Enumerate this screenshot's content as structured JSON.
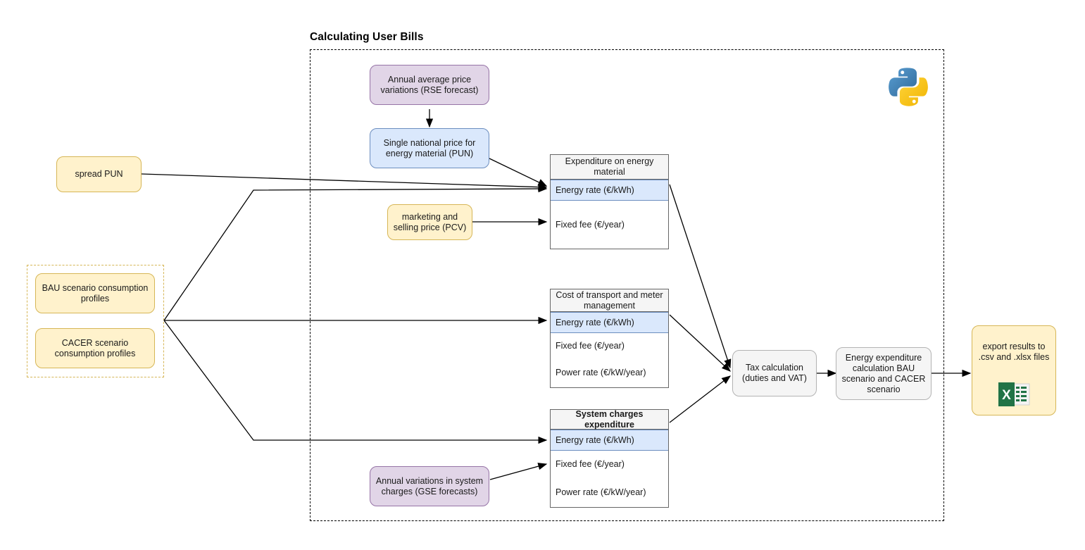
{
  "diagram": {
    "title": "Calculating User Bills",
    "colors": {
      "yellow_fill": "#fff2cc",
      "yellow_stroke": "#d6b656",
      "purple_fill": "#e1d5e7",
      "purple_stroke": "#9673a6",
      "blue_fill": "#dae8fc",
      "blue_stroke": "#6c8ebf",
      "gray_fill": "#f5f5f5",
      "gray_stroke": "#b3b3b3",
      "excel_green": "#217346",
      "python_blue": "#3c78a9",
      "python_yellow": "#f5cc3f"
    }
  },
  "nodes": {
    "rse_forecast": "Annual average price variations (RSE forecast)",
    "pun": "Single national price for energy material (PUN)",
    "spread_pun": "spread PUN",
    "pcv": "marketing and selling price (PCV)",
    "bau": "BAU scenario consumption profiles",
    "cacer": "CACER scenario consumption profiles",
    "gse_forecast": "Annual variations in system charges (GSE forecasts)",
    "tax_calculation": "Tax calculation (duties and VAT)",
    "energy_expenditure": "Energy expenditure calculation BAU scenario and CACER scenario",
    "export": "export results to .csv and .xlsx files"
  },
  "tables": [
    {
      "header": "Expenditure on energy material",
      "rows": [
        {
          "label": "Energy rate (€/kWh)",
          "highlighted": true
        },
        {
          "label": "Fixed fee (€/year)",
          "highlighted": false
        }
      ]
    },
    {
      "header": "Cost of transport and meter management",
      "rows": [
        {
          "label": "Energy rate (€/kWh)",
          "highlighted": true
        },
        {
          "label": "Fixed fee (€/year)",
          "highlighted": false
        },
        {
          "label": "Power rate (€/kW/year)",
          "highlighted": false
        }
      ]
    },
    {
      "header": "System charges expenditure",
      "rows": [
        {
          "label": "Energy rate (€/kWh)",
          "highlighted": true
        },
        {
          "label": "Fixed fee (€/year)",
          "highlighted": false
        },
        {
          "label": "Power rate (€/kW/year)",
          "highlighted": false
        }
      ]
    }
  ],
  "icons": {
    "python": "python-logo-icon",
    "excel": "excel-file-icon"
  }
}
